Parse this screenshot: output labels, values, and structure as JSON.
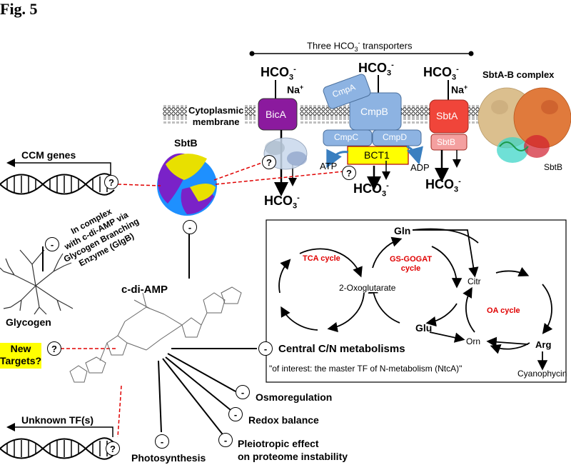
{
  "figure_label": "Fig. 5",
  "transporters": {
    "header": "Three HCO",
    "header_sub": "3",
    "header_sup": "-",
    "header_tail": " transporters",
    "membrane_label_1": "Cytoplasmic",
    "membrane_label_2": "membrane",
    "hco3_main": "HCO",
    "hco3_sub": "3",
    "hco3_sup": "-",
    "na": "Na",
    "na_sup": "+",
    "bica": "BicA",
    "cmpa": "CmpA",
    "cmpb": "CmpB",
    "cmpc": "CmpC",
    "cmpd": "CmpD",
    "bct1": "BCT1",
    "atp": "ATP",
    "adp": "ADP",
    "sbta": "SbtA",
    "sbtb_small": "SbtB",
    "complex": "SbtA-B complex",
    "complex_sbtb": "SbtB"
  },
  "left": {
    "sbtb": "SbtB",
    "ccm_genes": "CCM genes",
    "complex_text_1": "In complex",
    "complex_text_2": "with c-di-AMP via",
    "complex_text_3": "Glycogen Branching",
    "complex_text_4": "Enzyme (GlgB)",
    "glycogen": "Glycogen",
    "new_targets_1": "New",
    "new_targets_2": "Targets?",
    "unknown_tf": "Unknown TF(s)",
    "cdiamp": "c-di-AMP"
  },
  "metabolism": {
    "tca": "TCA cycle",
    "gs_1": "GS-GOGAT",
    "gs_2": "cycle",
    "gln": "Gln",
    "oxoglutarate": "2-Oxoglutarate",
    "glu": "Glu",
    "citr": "Citr",
    "oa": "OA cycle",
    "orn": "Orn",
    "arg": "Arg",
    "cyanophycin": "Cyanophycin",
    "central": "Central C/N metabolisms",
    "note": "\"of interest: the master TF of N-metabolism (NtcA)\""
  },
  "effects": {
    "osmo": "Osmoregulation",
    "redox": "Redox balance",
    "pleio_1": "Pleiotropic effect",
    "pleio_2": "on proteome instability",
    "photo": "Photosynthesis"
  },
  "symbols": {
    "question": "?",
    "minus": "-"
  },
  "colors": {
    "bica": "#8b1a9e",
    "cmp": "#8db3e2",
    "sbta": "#f0453a",
    "sbtb": "#f4a0a0",
    "bct1": "#ffff00",
    "highlight_red": "#e00000",
    "sbtb_yellow": "#e8e000",
    "sbtb_purple": "#7a22c8",
    "sbtb_blue": "#1e90ff"
  }
}
